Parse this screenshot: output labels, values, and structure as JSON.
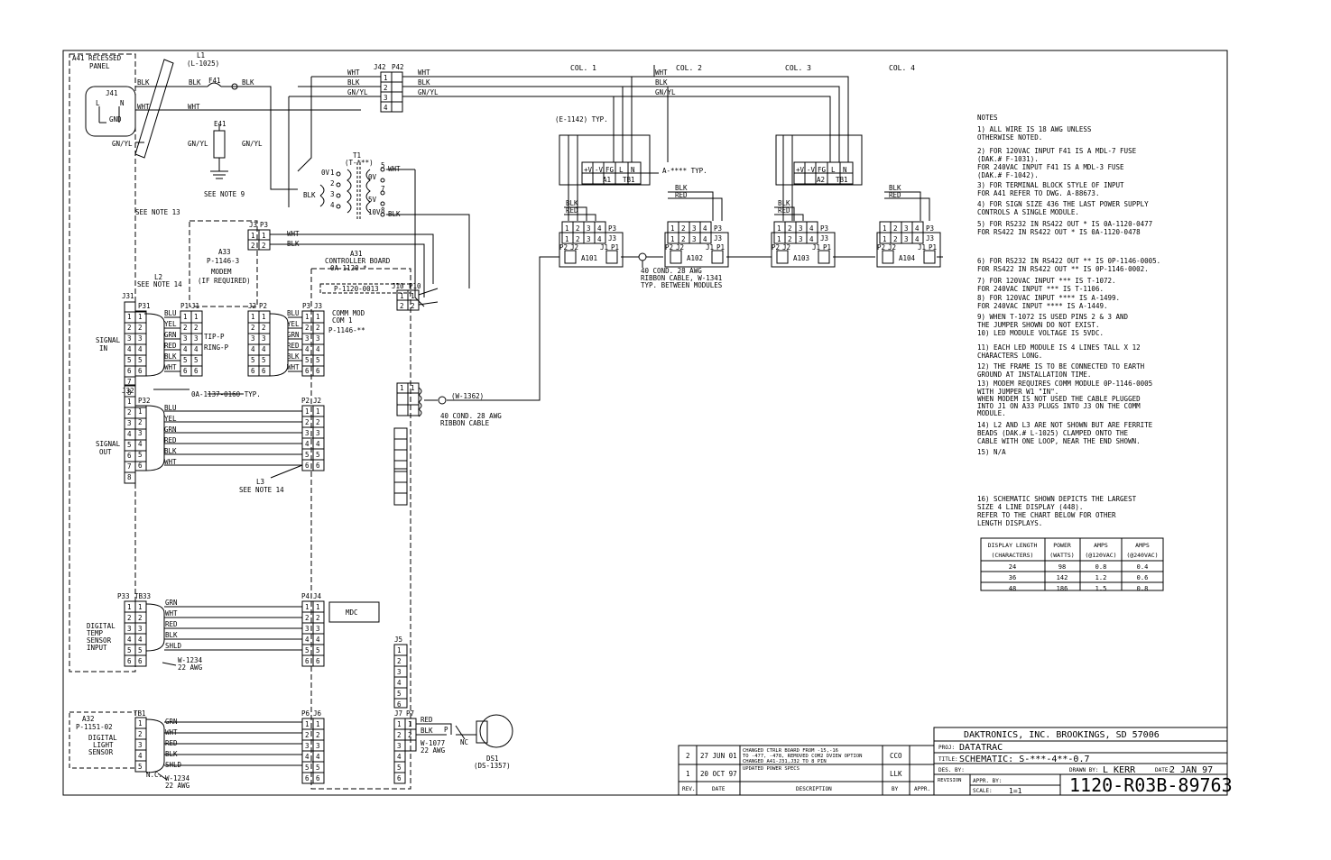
{
  "panel": {
    "label_1": "A41 RECESSED",
    "label_2": "PANEL"
  },
  "l1": {
    "name": "L1",
    "part": "(L-1025)"
  },
  "j41": "J41",
  "jumper_labels": {
    "l": "L",
    "n": "N",
    "gnd": "GND"
  },
  "wire_colors": {
    "blk": "BLK",
    "wht": "WHT",
    "gnyl": "GN/YL",
    "red": "RED",
    "blu": "BLU",
    "yel": "YEL",
    "grn": "GRN",
    "shld": "SHLD"
  },
  "f41": "F41",
  "e41": "E41",
  "see_note_9": "SEE NOTE 9",
  "see_note_13": "SEE NOTE 13",
  "see_note_14": "SEE NOTE 14",
  "j42p42": {
    "j": "J42",
    "p": "P42",
    "pins": [
      "1",
      "2",
      "3",
      "4"
    ]
  },
  "t1": {
    "name": "T1",
    "part": "(T-***)",
    "pins_left": [
      "0V",
      "1",
      "2",
      "3",
      "4"
    ],
    "pins_right": [
      "5",
      "0V",
      "7",
      "5V",
      "10V",
      "8"
    ]
  },
  "columns": [
    "COL. 1",
    "COL. 2",
    "COL. 3",
    "COL. 4"
  ],
  "e1142": "(E-1142) TYP.",
  "a_typ": "A-**** TYP.",
  "tb_labels": {
    "plus_v": "+V",
    "minus_v": "-V",
    "fg": "FG",
    "l": "L",
    "n": "N",
    "a1": "A1",
    "a2": "A2",
    "tb1": "TB1"
  },
  "modules": [
    "A101",
    "A102",
    "A103",
    "A104"
  ],
  "module_conn": {
    "p3": "P3",
    "j3": "J3",
    "p2": "P2",
    "j2": "J2",
    "j1": "J1",
    "p1": "P1",
    "pins": [
      "1",
      "2",
      "3",
      "4"
    ]
  },
  "ribbon_note": [
    "40 COND. 28 AWG",
    "RIBBON CABLE, W-1341",
    "TYP. BETWEEN MODULES"
  ],
  "a33": {
    "name": "A33",
    "part": "P-1146-3",
    "l3": "MODEM",
    "l4": "(IF REQUIRED)"
  },
  "a31": {
    "name": "A31",
    "l2": "CONTROLLER BOARD",
    "part": "0A-1120-*",
    "sub": "P-1120-0013"
  },
  "comm_mod": {
    "l1": "COMM MOD",
    "l2": "COM 1",
    "part": "P-1146-**"
  },
  "l2_label": "L2",
  "l3_label": "L3",
  "conn_names": {
    "j31": "J31",
    "p31": "P31",
    "p1": "P1",
    "j1": "J1",
    "j2": "J2",
    "p2": "P2",
    "j3": "J3",
    "p3": "P3",
    "j10": "J10",
    "p10": "P10",
    "j32": "J32",
    "p32": "P32",
    "p33": "P33",
    "tb33": "TB33",
    "p4": "P4",
    "j4": "J4",
    "j5": "J5",
    "p6": "P6",
    "j6": "J6",
    "j7": "J7",
    "p7": "P7",
    "tb1": "TB1"
  },
  "tip_ring": {
    "tip": "TIP-P",
    "ring": "RING-P"
  },
  "signal_in": [
    "SIGNAL",
    "IN"
  ],
  "signal_out": [
    "SIGNAL",
    "OUT"
  ],
  "oa_typ": "0A-1137-0160 TYP.",
  "w1362": "(W-1362)",
  "ribbon_cable": [
    "40 COND. 28 AWG",
    "RIBBON CABLE"
  ],
  "digital_temp": [
    "DIGITAL",
    "TEMP",
    "SENSOR",
    "INPUT"
  ],
  "w1234": [
    "W-1234",
    "22 AWG"
  ],
  "mdc": "MDC",
  "a32": {
    "name": "A32",
    "part": "P-1151-02",
    "l3": "DIGITAL",
    "l4": "LIGHT",
    "l5": "SENSOR"
  },
  "nc": "N.C.",
  "w1077": [
    "W-1077",
    "22 AWG"
  ],
  "ds1": [
    "DS1",
    "(DS-1357)"
  ],
  "p_lbl": "P",
  "nc2": "NC",
  "notes_title": "NOTES",
  "notes": [
    "1) ALL WIRE IS 18 AWG UNLESS",
    "   OTHERWISE NOTED.",
    "2) FOR 120VAC INPUT F41 IS A MDL-7 FUSE",
    "   (DAK.# F-1031).",
    "   FOR 240VAC INPUT F41 IS A MDL-3 FUSE",
    "   (DAK.# F-1042).",
    "3) FOR TERMINAL BLOCK STYLE OF INPUT",
    "   FOR A41 REFER TO DWG. A-88673.",
    "4) FOR SIGN SIZE 436 THE LAST POWER SUPPLY",
    "   CONTROLS A SINGLE MODULE.",
    "5) FOR RS232 IN RS422 OUT * IS 0A-1120-0477",
    "   FOR RS422 IN RS422 OUT * IS 0A-1120-0478",
    "6) FOR RS232 IN RS422 OUT ** IS 0P-1146-0005.",
    "   FOR RS422 IN RS422 OUT ** IS 0P-1146-0002.",
    "7) FOR 120VAC INPUT *** IS T-1072.",
    "   FOR 240VAC INPUT *** IS T-1106.",
    "8) FOR 120VAC INPUT **** IS A-1499.",
    "   FOR 240VAC INPUT **** IS A-1449.",
    "9) WHEN T-1072 IS USED PINS 2 & 3 AND",
    "   THE JUMPER SHOWN DO NOT EXIST.",
    "10) LED MODULE VOLTAGE IS 5VDC.",
    "11) EACH LED MODULE IS 4 LINES TALL X 12",
    "    CHARACTERS LONG.",
    "12) THE FRAME IS TO BE CONNECTED TO EARTH",
    "    GROUND AT INSTALLATION TIME.",
    "13) MODEM REQUIRES COMM MODULE 0P-1146-0005",
    "    WITH JUMPER W1 \"IN\".",
    "    WHEN MODEM IS NOT USED THE CABLE PLUGGED",
    "    INTO J1 ON A33 PLUGS INTO J3 ON THE COMM",
    "    MODULE.",
    "14) L2 AND L3 ARE NOT SHOWN BUT ARE FERRITE",
    "    BEADS (DAK.# L-1025) CLAMPED ONTO THE",
    "    CABLE WITH ONE LOOP, NEAR THE END SHOWN.",
    "15) N/A",
    "16) SCHEMATIC SHOWN DEPICTS THE LARGEST",
    "    SIZE 4 LINE DISPLAY (448).",
    "    REFER TO THE CHART BELOW FOR OTHER",
    "    LENGTH DISPLAYS."
  ],
  "power_table": {
    "headers": [
      [
        "DISPLAY LENGTH",
        "(CHARACTERS)"
      ],
      [
        "POWER",
        "(WATTS)"
      ],
      [
        "AMPS",
        "(@120VAC)"
      ],
      [
        "AMPS",
        "(@240VAC)"
      ]
    ],
    "rows": [
      [
        "24",
        "98",
        "0.8",
        "0.4"
      ],
      [
        "36",
        "142",
        "1.2",
        "0.6"
      ],
      [
        "48",
        "186",
        "1.5",
        "0.8"
      ]
    ]
  },
  "revisions": [
    {
      "rev": "2",
      "date": "27 JUN 01",
      "desc": [
        "CHANGED CTRLR BOARD FROM -15,-16",
        "TO -477, -478, REMOVED COM2 DVIEW OPTION",
        "CHANGED A41-J31,J32 TO 8 PIN"
      ],
      "by": "CCO"
    },
    {
      "rev": "1",
      "date": "20 OCT 97",
      "desc": [
        "UPDATED POWER SPECS"
      ],
      "by": "LLK"
    }
  ],
  "rev_headers": {
    "rev": "REV.",
    "date": "DATE",
    "desc": "DESCRIPTION",
    "by": "BY",
    "appr": "APPR."
  },
  "title_block": {
    "company": "DAKTRONICS, INC.   BROOKINGS, SD 57006",
    "proj_lbl": "PROJ:",
    "proj": "DATATRAC",
    "title_lbl": "TITLE:",
    "title": "SCHEMATIC: S-***-4**-0.7",
    "des_lbl": "DES. BY:",
    "drawn_lbl": "DRAWN BY:",
    "drawn": "L KERR",
    "date_lbl": "DATE:",
    "date": "2 JAN 97",
    "revision_lbl": "REVISION",
    "appr_lbl": "APPR. BY:",
    "scale_lbl": "SCALE:",
    "scale": "1=1",
    "dwg": "1120-R03B-89763"
  }
}
